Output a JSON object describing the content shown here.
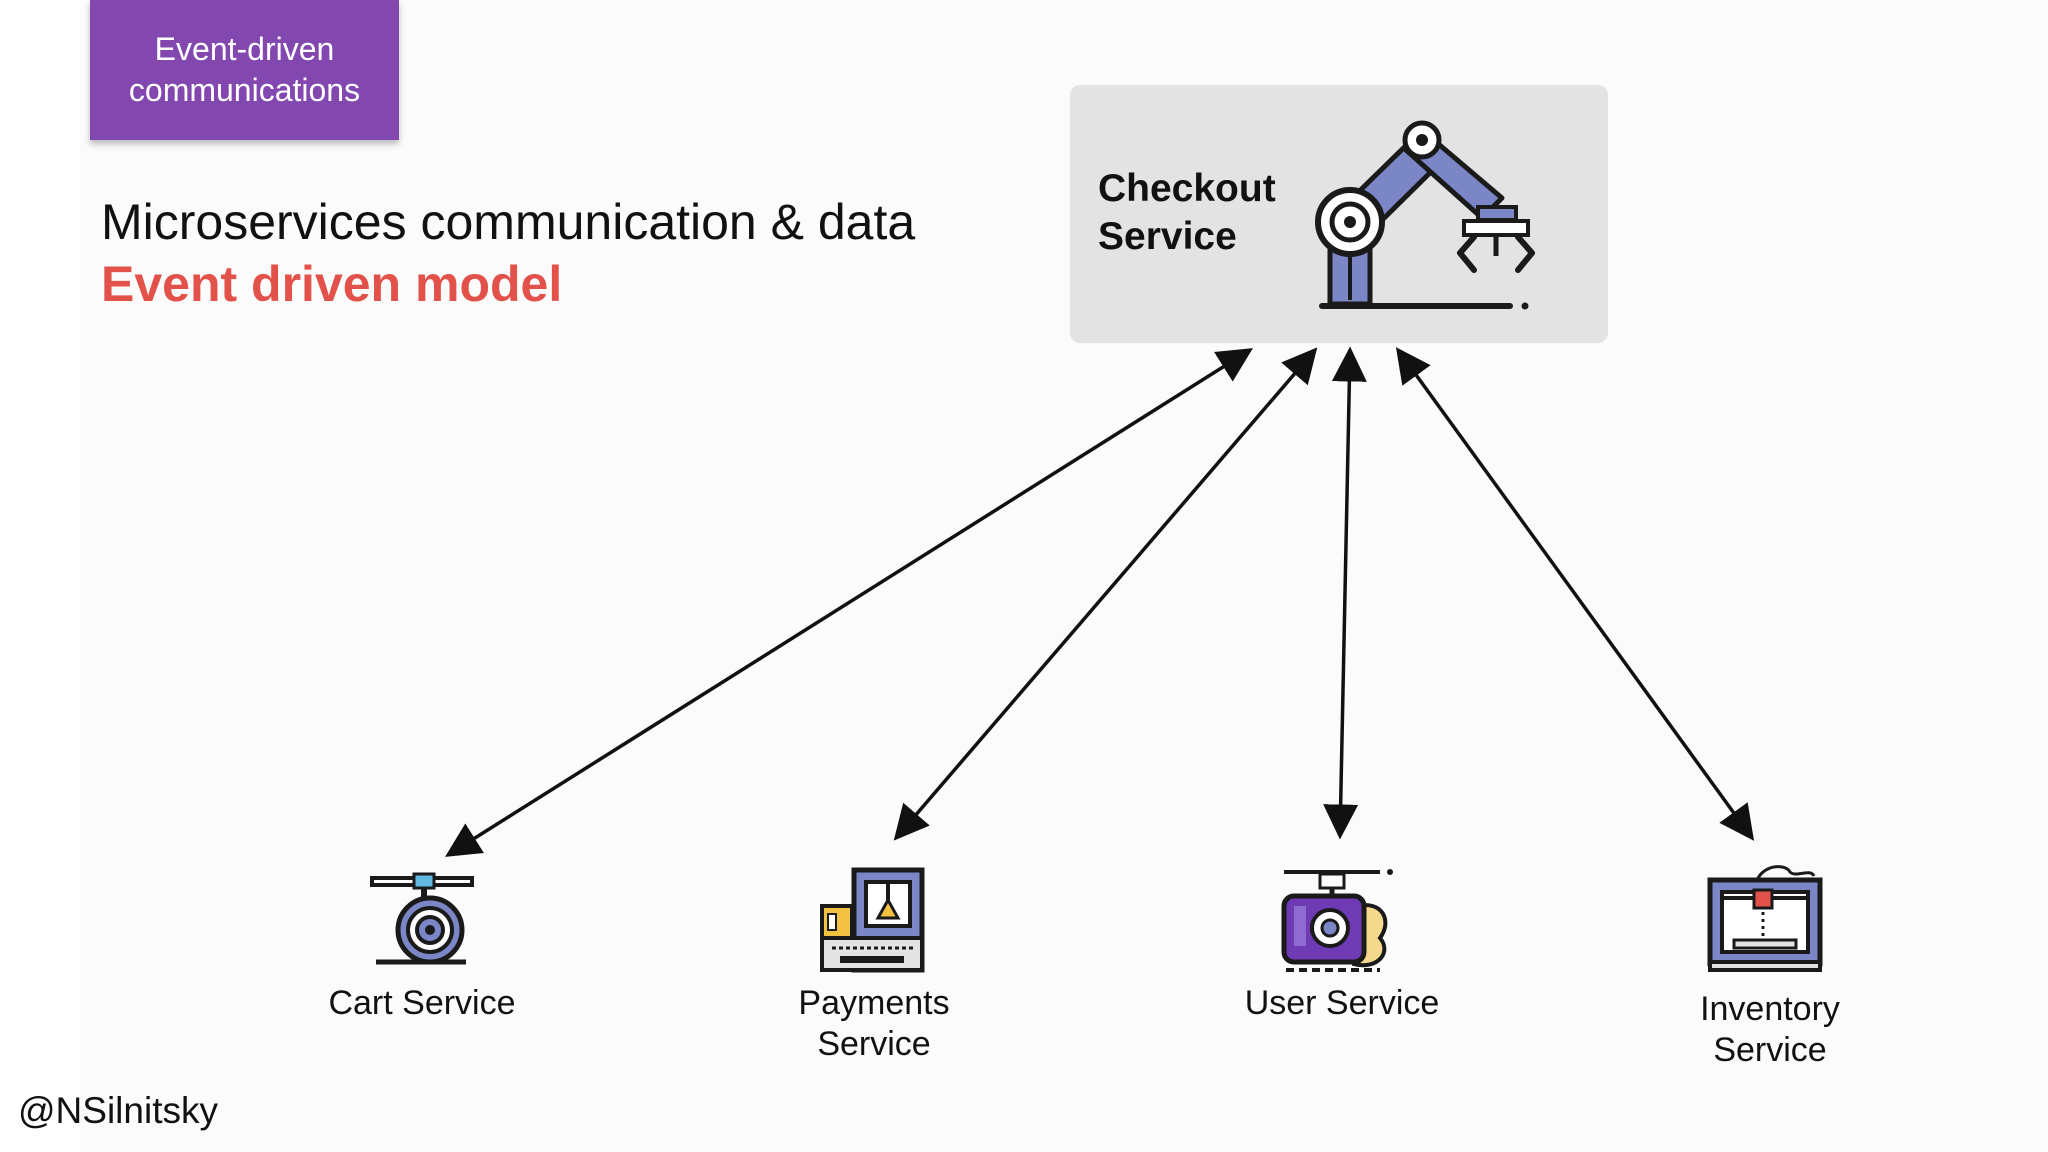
{
  "badge": {
    "text": "Event-driven communications"
  },
  "heading": {
    "title": "Microservices communication & data",
    "subtitle": "Event driven model"
  },
  "hub": {
    "label": "Checkout Service",
    "icon": "robot-arm-icon"
  },
  "nodes": [
    {
      "label": "Cart Service",
      "icon": "spool-icon"
    },
    {
      "label": "Payments Service",
      "icon": "press-machine-icon"
    },
    {
      "label": "User Service",
      "icon": "mixer-machine-icon"
    },
    {
      "label": "Inventory Service",
      "icon": "printer-3d-icon"
    }
  ],
  "connections": [
    {
      "from": "Checkout Service",
      "to": "Cart Service",
      "direction": "both"
    },
    {
      "from": "Checkout Service",
      "to": "Payments Service",
      "direction": "both"
    },
    {
      "from": "Checkout Service",
      "to": "User Service",
      "direction": "both"
    },
    {
      "from": "Checkout Service",
      "to": "Inventory Service",
      "direction": "both"
    }
  ],
  "footer": {
    "handle": "@NSilnitsky"
  },
  "colors": {
    "badge": "#8348b0",
    "subtitle": "#e2524b",
    "hub_background": "#e3e3e3",
    "icon_purple": "#7b86c6",
    "icon_dark": "#1a1a1a"
  }
}
